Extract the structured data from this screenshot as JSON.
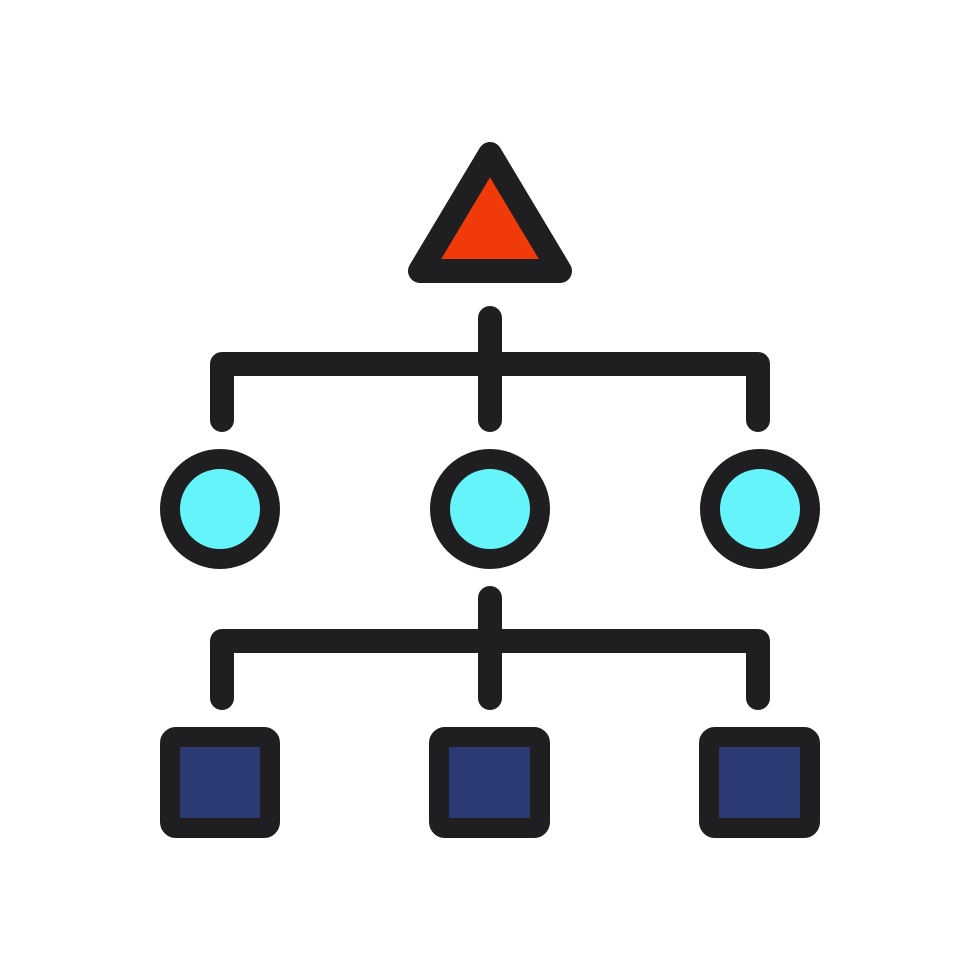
{
  "diagram": {
    "type": "hierarchy",
    "root": {
      "shape": "triangle",
      "icon": "triangle-icon"
    },
    "levels": [
      {
        "shape": "circle",
        "icon": "circle-node-icon",
        "count": 3
      },
      {
        "shape": "square",
        "icon": "square-node-icon",
        "count": 3
      }
    ]
  },
  "colors": {
    "background": "#ffffff",
    "outline": "#1f1f22",
    "triangle_fill": "#f03a0a",
    "circle_fill": "#66f4fb",
    "square_fill": "#2b3a73"
  }
}
